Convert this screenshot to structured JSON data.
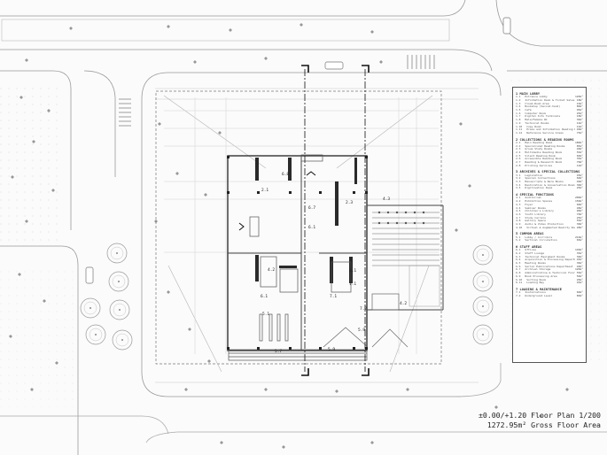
{
  "plan": {
    "title": "±0.00/+1.20 Floor Plan 1/200",
    "subtitle": "1272.95m² Gross Floor Area"
  },
  "room_labels": [
    "6.8",
    "2.1",
    "6.7",
    "2.3",
    "4.3",
    "6.1",
    "4.2",
    "5.1",
    "1.1",
    "4.2",
    "6.1",
    "7.1",
    "5.1",
    "7.2",
    "5.7",
    "5.9",
    "5.9"
  ],
  "legend": {
    "sections": [
      {
        "heading": "1 MAIN LOBBY",
        "items": [
          {
            "id": "1.1",
            "name": "Entrance Lobby",
            "area": "120m²"
          },
          {
            "id": "1.2",
            "name": "Information Desk & Ticket Sales Desk",
            "area": "18m²"
          },
          {
            "id": "1.3",
            "name": "Cloak-Room Area",
            "area": "16m²"
          },
          {
            "id": "1.4",
            "name": "Bookshop (Second-hand)",
            "area": "80m²"
          },
          {
            "id": "1.5",
            "name": "Café",
            "area": "95m²"
          },
          {
            "id": "1.6",
            "name": "Computer Room",
            "area": "25m²"
          },
          {
            "id": "1.7",
            "name": "Digital Info Terminals",
            "area": "18m²"
          },
          {
            "id": "1.8",
            "name": "Male/Female WC",
            "area": "36m²"
          },
          {
            "id": "1.9",
            "name": "Technical Rooms",
            "area": "14m²"
          },
          {
            "id": "1.10",
            "name": "Copy Room",
            "area": "12m²"
          },
          {
            "id": "1.11",
            "name": "Press and Information Reading Room",
            "area": "40m²"
          },
          {
            "id": "1.12",
            "name": "Reference Service Areas",
            "area": "75m²"
          }
        ]
      },
      {
        "heading": "2 COLLECTIONS & READING ROOMS",
        "items": [
          {
            "id": "2.1",
            "name": "Main Reading Room",
            "area": "180m²"
          },
          {
            "id": "2.2",
            "name": "Specialized Reading Rooms",
            "area": "85m²"
          },
          {
            "id": "2.3",
            "name": "Group Study Rooms",
            "area": "40m²"
          },
          {
            "id": "2.4",
            "name": "Multimedia Reading Room",
            "area": "55m²"
          },
          {
            "id": "2.5",
            "name": "Silent Reading Room",
            "area": "60m²"
          },
          {
            "id": "2.6",
            "name": "Accessible Reading Room",
            "area": "35m²"
          },
          {
            "id": "2.7",
            "name": "Reading & Research Room",
            "area": "70m²"
          },
          {
            "id": "2.8",
            "name": "Printing Services",
            "area": "12m²"
          }
        ]
      },
      {
        "heading": "3 ARCHIVES & SPECIAL COLLECTIONS",
        "items": [
          {
            "id": "3.1",
            "name": "Legislation",
            "area": "45m²"
          },
          {
            "id": "3.2",
            "name": "Special Collections",
            "area": "60m²"
          },
          {
            "id": "3.3",
            "name": "Manuscripts & Rare Books",
            "area": "40m²"
          },
          {
            "id": "3.4",
            "name": "Restoration & Conservation Room",
            "area": "30m²"
          },
          {
            "id": "3.5",
            "name": "Digitisation Room",
            "area": "25m²"
          }
        ]
      },
      {
        "heading": "4 SPECIAL FUNCTIONS",
        "items": [
          {
            "id": "4.1",
            "name": "Auditorium",
            "area": "200m²"
          },
          {
            "id": "4.2",
            "name": "Exhibition Spaces",
            "area": "150m²"
          },
          {
            "id": "4.3",
            "name": "Foyer",
            "area": "60m²"
          },
          {
            "id": "4.4",
            "name": "Seminar Rooms",
            "area": "48m²"
          },
          {
            "id": "4.5",
            "name": "Children's Library",
            "area": "90m²"
          },
          {
            "id": "4.6",
            "name": "Youth Library",
            "area": "70m²"
          },
          {
            "id": "4.7",
            "name": "Study Carrels",
            "area": "25m²"
          },
          {
            "id": "4.8",
            "name": "Gallery Space",
            "area": "55m²"
          },
          {
            "id": "4.9",
            "name": "Audio & Video Production",
            "area": "30m²"
          },
          {
            "id": "4.10",
            "name": "Virtual & Augmented Reality Room",
            "area": "28m²"
          }
        ]
      },
      {
        "heading": "5 COMMON AREAS",
        "items": [
          {
            "id": "5.1",
            "name": "Lobby / Corridors",
            "area": "210m²"
          },
          {
            "id": "5.2",
            "name": "Vertical Circulation",
            "area": "65m²"
          }
        ]
      },
      {
        "heading": "6 STAFF AREAS",
        "items": [
          {
            "id": "6.1",
            "name": "Offices",
            "area": "140m²"
          },
          {
            "id": "6.2",
            "name": "Staff Lounge",
            "area": "35m²"
          },
          {
            "id": "6.3",
            "name": "Technical Equipment Rooms",
            "area": "30m²"
          },
          {
            "id": "6.4",
            "name": "Acquisition & Processing Department",
            "area": "45m²"
          },
          {
            "id": "6.5",
            "name": "Meeting Rooms",
            "area": "36m²"
          },
          {
            "id": "6.6",
            "name": "Serial Publications Department",
            "area": "40m²"
          },
          {
            "id": "6.7",
            "name": "Archival Storage",
            "area": "120m²"
          },
          {
            "id": "6.8",
            "name": "Administrative & Technical Functions",
            "area": "55m²"
          },
          {
            "id": "6.9",
            "name": "Book Processing Area",
            "area": "50m²"
          },
          {
            "id": "6.10",
            "name": "Sorting Room",
            "area": "20m²"
          },
          {
            "id": "6.11",
            "name": "Loading Bay",
            "area": "45m²"
          }
        ]
      },
      {
        "heading": "7 LOADING & MAINTENANCE",
        "items": [
          {
            "id": "7.1",
            "name": "Installations",
            "area": "60m²"
          },
          {
            "id": "7.2",
            "name": "Underground Level",
            "area": "80m²"
          }
        ]
      }
    ]
  }
}
